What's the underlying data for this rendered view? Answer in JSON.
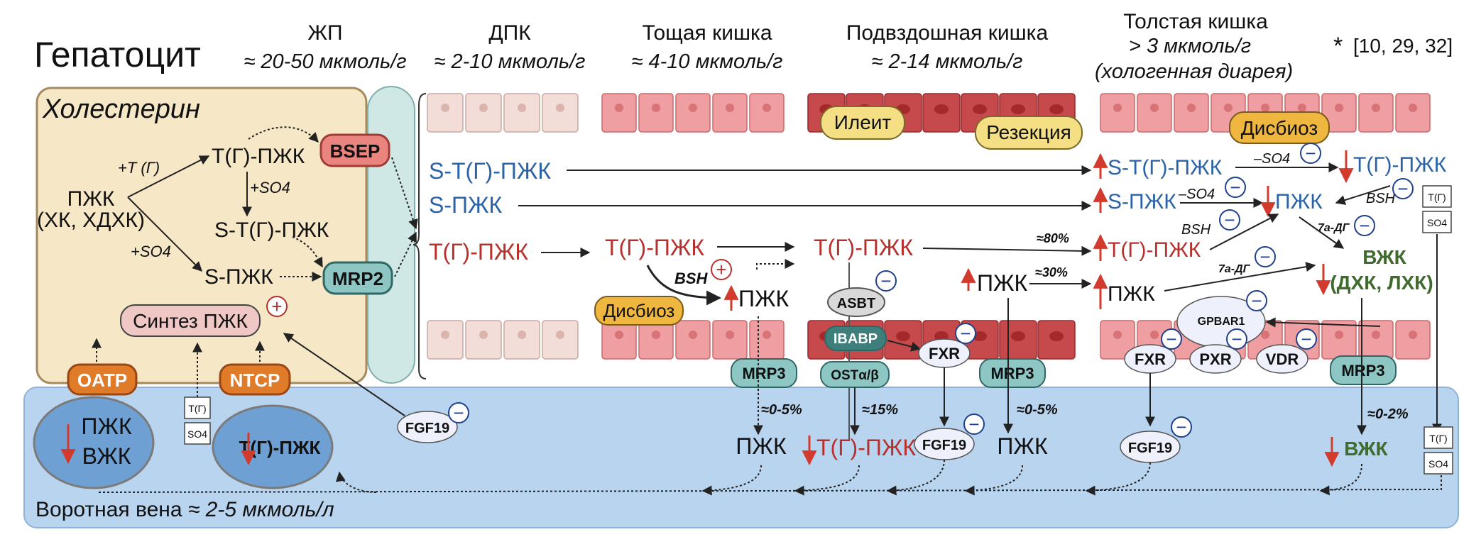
{
  "title": "Гепатоцит",
  "segments": {
    "gb": {
      "name": "ЖП",
      "conc": "≈ 20-50 мкмоль/г"
    },
    "duo": {
      "name": "ДПК",
      "conc": "≈ 2-10 мкмоль/г"
    },
    "jej": {
      "name": "Тощая кишка",
      "conc": "≈ 4-10 мкмоль/г"
    },
    "ile": {
      "name": "Подвздошная кишка",
      "conc": "≈  2-14 мкмоль/г"
    },
    "col": {
      "name": "Толстая кишка",
      "conc": "> 3 мкмоль/г",
      "star": "*",
      "refs": "[10, 29, 32]",
      "note": "(хологенная диарея)"
    }
  },
  "hep": {
    "cholesterol": "Холестерин",
    "pbk": "ПЖК",
    "pbk_sub": "(ХК, ХДХК)",
    "tg_pbk": "Т(Г)-ПЖК",
    "s_tg_pbk": "S-Т(Г)-ПЖК",
    "s_pbk": "S-ПЖК",
    "plus_tg": "+Т (Г)",
    "plus_so4a": "+SO4",
    "plus_so4b": "+SO4",
    "synth": "Синтез ПЖК",
    "plus": "+"
  },
  "transporters": {
    "bsep": "BSEP",
    "mrp2": "MRP2",
    "oatp": "OATP",
    "ntcp": "NTCP",
    "mrp3": "MRP3",
    "asbt": "ASBT",
    "ibabp": "IBABP",
    "ost": "OSTα/β",
    "fxr": "FXR",
    "gpbar1": "GPBAR1",
    "pxr": "PXR",
    "vdr": "VDR",
    "fgf19": "FGF19"
  },
  "lumen": {
    "s_tg_pbk": "S-Т(Г)-ПЖК",
    "s_pbk": "S-ПЖК",
    "tg_pbk": "Т(Г)-ПЖК",
    "pbk": "ПЖК",
    "bsh": "BSH",
    "dysbiosis": "Дисбиоз",
    "ileitis": "Илеит",
    "resection": "Резекция",
    "pct80": "≈80%",
    "pct30": "≈30%",
    "so4m": "–SO4",
    "a7dg": "7a-ДГ",
    "vzhk": "ВЖК",
    "vzhk_sub": "(ДХК, ЛХК)",
    "minus": "−"
  },
  "portal": {
    "label": "Воротная вена",
    "conc": "≈ 2-5 мкмоль/л",
    "pbk": "ПЖК",
    "vzhk": "ВЖК",
    "tg_pbk": "Т(Г)-ПЖК",
    "pct_0_5a": "≈0-5%",
    "pct_15": "≈15%",
    "pct_0_5b": "≈0-5%",
    "pct_0_2": "≈0-2%",
    "tg_box": "Т(Г)",
    "so4_box": "SO4"
  },
  "colors": {
    "hep_fill": "#f6e7c7",
    "hep_stroke": "#a48a5e",
    "canal_fill": "#cfe7e5",
    "portal_fill": "#b9d4ee",
    "red_text": "#b8302b",
    "blue_text": "#2a63a8",
    "green_text": "#3f6b2d",
    "orange": "#e07b2a",
    "teal": "#8dc6c3",
    "yellow": "#f4df84",
    "arrow_red": "#d23a2e"
  }
}
